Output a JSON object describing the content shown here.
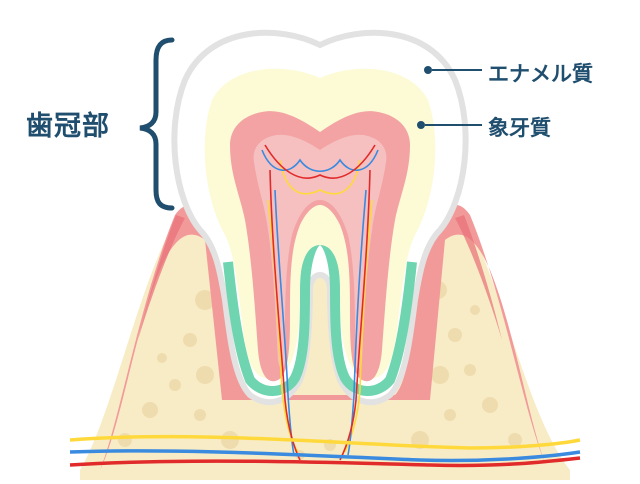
{
  "labels": {
    "crown": "歯冠部",
    "enamel": "エナメル質",
    "dentin": "象牙質"
  },
  "colors": {
    "label_text": "#1f4e6e",
    "enamel": "#ffffff",
    "enamel_outline": "#e2e2e2",
    "dentin": "#fcfbd6",
    "pulp": "#f3a3a3",
    "cementum": "#6fd5b0",
    "gum": "#f29a9a",
    "gum_highlight": "#e86f77",
    "bone": "#f8ecc6",
    "bone_spots": "#efdcae",
    "nerve_yellow": "#ffd93c",
    "nerve_blue": "#3a8ae0",
    "nerve_red": "#e12b2b"
  }
}
